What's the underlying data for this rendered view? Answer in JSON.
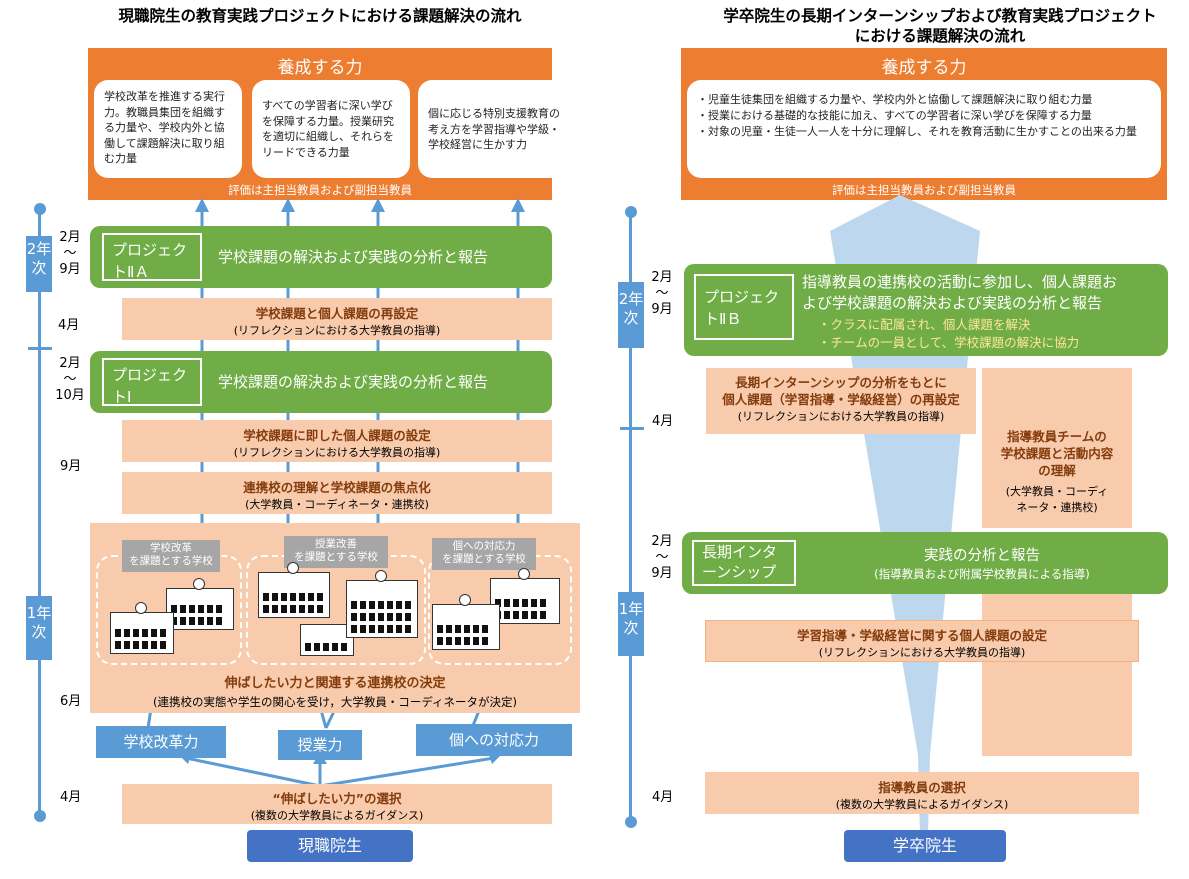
{
  "left": {
    "title": "現職院生の教育実践プロジェクトにおける課題解決の流れ",
    "abilities_header": "養成する力",
    "abilities": [
      "学校改革を推進する実行力。教職員集団を組織する力量や、学校内外と協働して課題解決に取り組む力量",
      "すべての学習者に深い学びを保障する力量。授業研究を適切に組織し、それらをリードできる力量",
      "個に応じる特別支援教育の考え方を学習指導や学級・学校経営に生かす力"
    ],
    "evaluation": "評価は主担当教員および副担当教員",
    "timeline": {
      "year2": "2年次",
      "year1": "1年次",
      "m_feb_sep": [
        "2月",
        "〜",
        "9月"
      ],
      "m_apr_a": "4月",
      "m_feb_oct": [
        "2月",
        "〜",
        "10月"
      ],
      "m_sep": "9月",
      "m_jun": "6月",
      "m_apr_b": "4月"
    },
    "project2a": {
      "tag": "プロジェクトⅡＡ",
      "text": "学校課題の解決および実践の分析と報告"
    },
    "reset": {
      "title": "学校課題と個人課題の再設定",
      "sub": "(リフレクションにおける大学教員の指導)"
    },
    "project1": {
      "tag": "プロジェクトⅠ",
      "text": "学校課題の解決および実践の分析と報告"
    },
    "setting": {
      "title": "学校課題に即した個人課題の設定",
      "sub": "(リフレクションにおける大学教員の指導)"
    },
    "focus": {
      "title": "連携校の理解と学校課題の焦点化",
      "sub": "(大学教員・コーディネータ・連携校)"
    },
    "school_groups": [
      [
        "学校改革",
        "を課題とする学校"
      ],
      [
        "授業改善",
        "を課題とする学校"
      ],
      [
        "個への対応力",
        "を課題とする学校"
      ]
    ],
    "decide": {
      "title": "伸ばしたい力と関連する連携校の決定",
      "sub": "(連携校の実態や学生の関心を受け，大学教員・コーディネータが決定)"
    },
    "powers": [
      "学校改革力",
      "授業力",
      "個への対応力"
    ],
    "select": {
      "title": "“伸ばしたい力”の選択",
      "sub": "(複数の大学教員によるガイダンス)"
    },
    "student": "現職院生"
  },
  "right": {
    "title": [
      "学卒院生の長期インターンシップおよび教育実践プロジェクト",
      "における課題解決の流れ"
    ],
    "abilities_header": "養成する力",
    "abilities": [
      "・児童生徒集団を組織する力量や、学校内外と協働して課題解決に取り組む力量",
      "・授業における基礎的な技能に加え、すべての学習者に深い学びを保障する力量",
      "・対象の児童・生徒一人一人を十分に理解し、それを教育活動に生かすことの出来る力量"
    ],
    "evaluation": "評価は主担当教員および副担当教員",
    "timeline": {
      "year2": "2年次",
      "year1": "1年次",
      "m_feb_sep_a": [
        "2月",
        "〜",
        "9月"
      ],
      "m_apr_a": "4月",
      "m_feb_sep_b": [
        "2月",
        "〜",
        "9月"
      ],
      "m_apr_b": "4月"
    },
    "project2b": {
      "tag": "プロジェクトⅡＢ",
      "text1": "指導教員の連携校の活動に参加し、個人課題お",
      "text2": "よび学校課題の解決および実践の分析と報告",
      "bullet1": "・クラスに配属され、個人課題を解決",
      "bullet2": "・チームの一員として、学校課題の解決に協力"
    },
    "reset": {
      "line1": "長期インターンシップの分析をもとに",
      "line2": "個人課題（学習指導・学級経営）の再設定",
      "sub": "(リフレクションにおける大学教員の指導)"
    },
    "team": {
      "line1": "指導教員チームの",
      "line2": "学校課題と活動内容",
      "line3": "の理解",
      "sub1": "(大学教員・コーディ",
      "sub2": "ネータ・連携校)"
    },
    "intern": {
      "tag": "長期インターンシップ",
      "text": "実践の分析と報告",
      "sub": "(指導教員および附属学校教員による指導)"
    },
    "setting": {
      "title": "学習指導・学級経営に関する個人課題の設定",
      "sub": "(リフレクションにおける大学教員の指導)"
    },
    "select": {
      "title": "指導教員の選択",
      "sub": "(複数の大学教員によるガイダンス)"
    },
    "student": "学卒院生"
  }
}
